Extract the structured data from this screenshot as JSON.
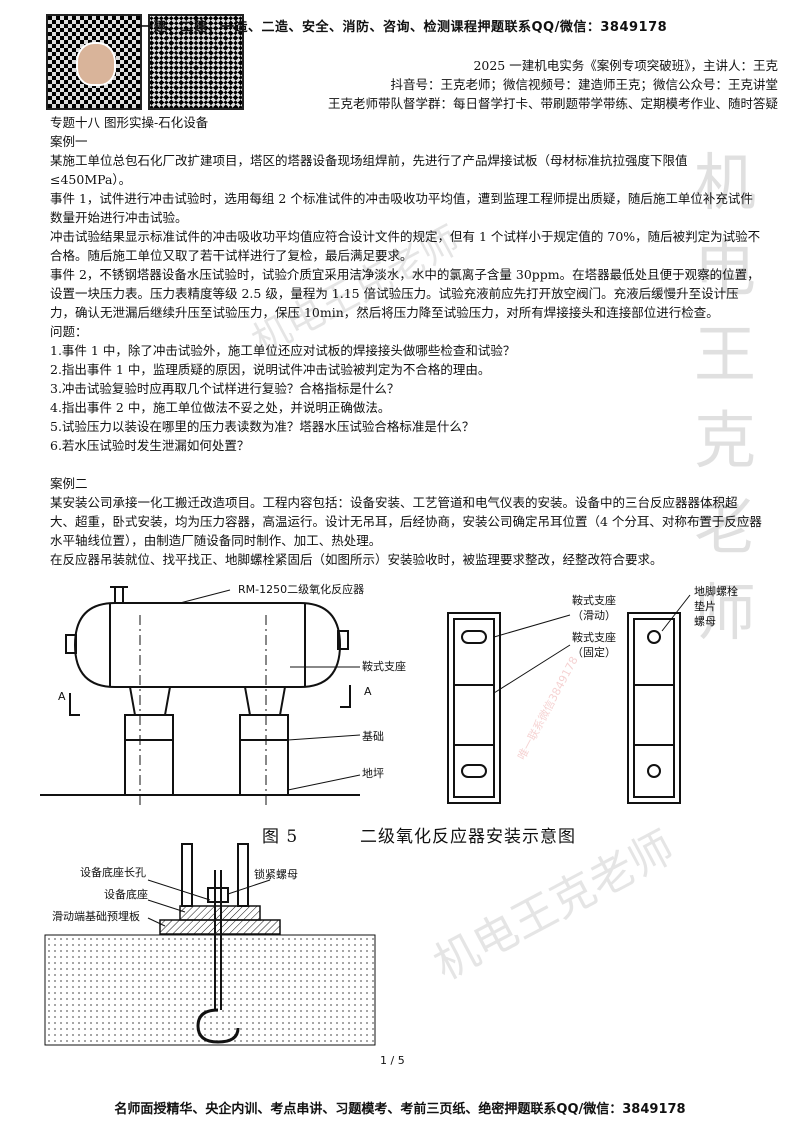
{
  "banner": {
    "top_text": "一建、二建、一造、二造、安全、消防、咨询、检测课程押题联系QQ/微信：3849178",
    "footer_text": "名师面授精华、央企内训、考点串讲、习题模考、考前三页纸、绝密押题联系QQ/微信：3849178"
  },
  "header": {
    "line1": "2025 一建机电实务《案例专项突破班》，主讲人：王克",
    "line2": "抖音号：王克老师；微信视频号：建造师王克；微信公众号：王克讲堂",
    "line3": "王克老师带队督学群：每日督学打卡、带刷题带学带练、定期模考作业、随时答疑"
  },
  "topic": "专题十八  图形实操-石化设备",
  "case1": {
    "title": "案例一",
    "paragraphs": [
      "某施工单位总包石化厂改扩建项目，塔区的塔器设备现场组焊前，先进行了产品焊接试板（母材标准抗拉强度下限值≤450MPa）。",
      "事件 1，试件进行冲击试验时，选用每组 2 个标准试件的冲击吸收功平均值，遭到监理工程师提出质疑，随后施工单位补充试件数量开始进行冲击试验。",
      "冲击试验结果显示标准试件的冲击吸收功平均值应符合设计文件的规定，但有 1 个试样小于规定值的 70%，随后被判定为试验不合格。随后施工单位又取了若干试样进行了复检，最后满足要求。",
      "事件 2，不锈钢塔器设备水压试验时，试验介质宜采用洁净淡水，水中的氯离子含量 30ppm。在塔器最低处且便于观察的位置，设置一块压力表。压力表精度等级 2.5 级，量程为 1.15 倍试验压力。试验充液前应先打开放空阀门。充液后缓慢升至设计压力，确认无泄漏后继续升压至试验压力，保压 10min，然后将压力降至试验压力，对所有焊接接头和连接部位进行检查。"
    ],
    "questions_title": "问题：",
    "questions": [
      "1.事件 1 中，除了冲击试验外，施工单位还应对试板的焊接接头做哪些检查和试验？",
      "2.指出事件 1 中，监理质疑的原因，说明试件冲击试验被判定为不合格的理由。",
      "3.冲击试验复验时应再取几个试样进行复验？合格指标是什么？",
      "4.指出事件 2 中，施工单位做法不妥之处，并说明正确做法。",
      "5.试验压力以装设在哪里的压力表读数为准？塔器水压试验合格标准是什么？",
      "6.若水压试验时发生泄漏如何处置？"
    ]
  },
  "case2": {
    "title": "案例二",
    "paragraphs": [
      "某安装公司承接一化工搬迁改造项目。工程内容包括：设备安装、工艺管道和电气仪表的安装。设备中的三台反应器器体积超大、超重，卧式安装，均为压力容器，高温运行。设计无吊耳，后经协商，安装公司确定吊耳位置（4 个分耳、对称布置于反应器水平轴线位置），由制造厂随设备同时制作、加工、热处理。",
      "在反应器吊装就位、找平找正、地脚螺栓紧固后（如图所示）安装验收时，被监理要求整改，经整改符合要求。"
    ]
  },
  "figure5": {
    "vessel_label": "RM-1250二级氧化反应器",
    "saddle_label": "鞍式支座",
    "foundation_label": "基础",
    "floor_label": "地坪",
    "section_mark": "A",
    "sliding_saddle_label": "鞍式支座",
    "sliding_saddle_sub": "（滑动）",
    "fixed_saddle_label": "鞍式支座",
    "fixed_saddle_sub": "（固定）",
    "anchor_bolt_label": "地脚螺栓",
    "washer_label": "垫片",
    "nut_label": "螺母",
    "fig_number": "图 5",
    "fig_title": "二级氧化反应器安装示意图"
  },
  "detail": {
    "slot_label": "设备底座长孔",
    "base_label": "设备底座",
    "plate_label": "滑动端基础预埋板",
    "locknut_label": "锁紧螺母"
  },
  "watermarks": {
    "vertical": [
      "机",
      "电",
      "王",
      "克",
      "老",
      "师"
    ],
    "diagonal": "机电王克老师",
    "small": "唯一联系微信3849178"
  },
  "page_number": "1 / 5"
}
